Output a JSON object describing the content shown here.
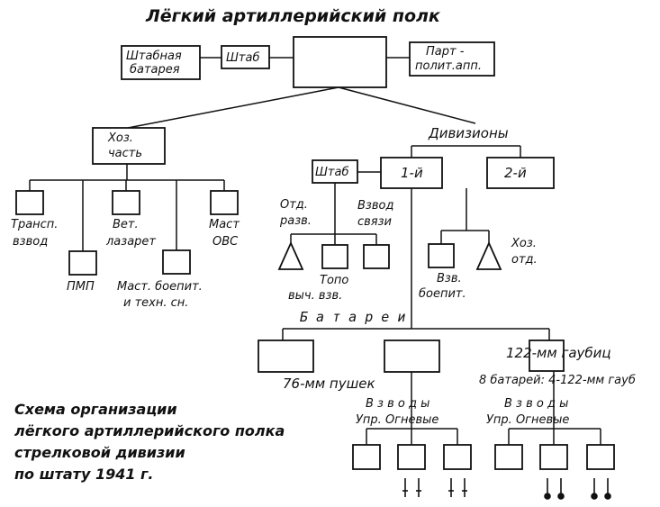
{
  "title": "Лёгкий артиллерийский полк",
  "caption": [
    "Схема организации",
    "лёгкого артиллерийского полка",
    "стрелковой дивизии",
    "по штату 1941 г."
  ],
  "top": {
    "staff_battery": [
      "Штабная",
      "батарея"
    ],
    "staff": "Штаб",
    "party": [
      "Парт -",
      "полит.апп."
    ]
  },
  "hoz": {
    "head": [
      "Хоз.",
      "часть"
    ],
    "transport": [
      "Трансп.",
      "взвод"
    ],
    "pmp": "ПМП",
    "vet": [
      "Вет.",
      "лазарет"
    ],
    "mast_boe": [
      "Маст. боепит.",
      "и техн. сн."
    ],
    "mast_ovs": [
      "Маст",
      "ОВС"
    ]
  },
  "div": {
    "header": "Дивизионы",
    "d1": "1-й",
    "d2": "2-й",
    "staff": "Штаб",
    "recon": [
      "Отд.",
      "разв."
    ],
    "signal": [
      "Взвод",
      "связи"
    ],
    "topo": [
      "Топо",
      "выч. взв."
    ],
    "ammo": [
      "Взв.",
      "боепит."
    ],
    "hoz_otd": [
      "Хоз.",
      "отд."
    ]
  },
  "batteries": {
    "header": "Б а т а р е и",
    "guns": "76-мм  пушек",
    "howitzers": "122-мм гаубиц",
    "note": "8 батарей: 4-122-мм гауб",
    "platoons_left": [
      "В з в о д ы",
      "Упр. Огневые"
    ],
    "platoons_right": [
      "В з в о д ы",
      "Упр. Огневые"
    ]
  }
}
